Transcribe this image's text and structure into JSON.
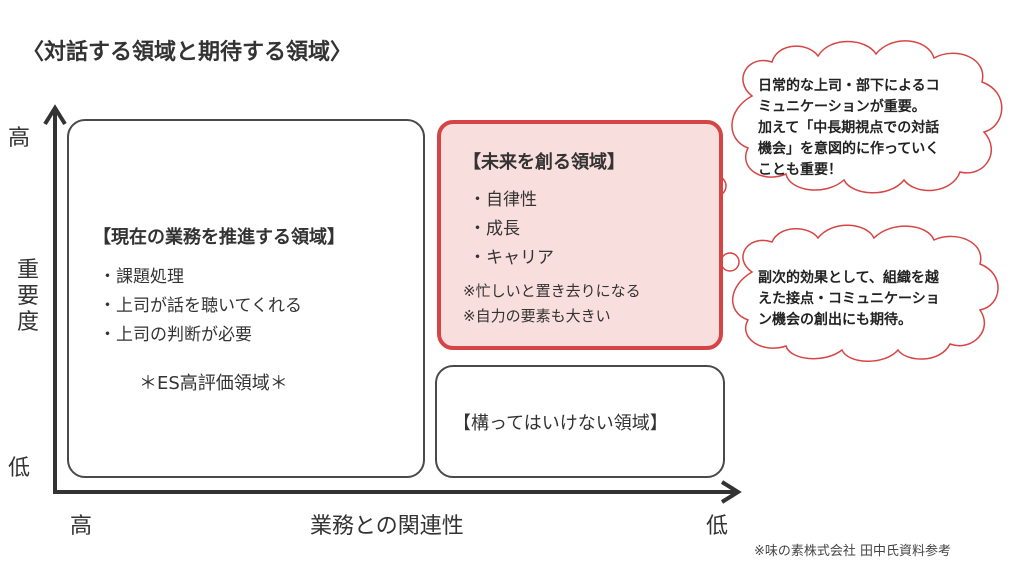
{
  "title": "〈対話する領域と期待する領域〉",
  "axes": {
    "y_high": "高",
    "y_label_chars": [
      "重",
      "要",
      "度"
    ],
    "y_low": "低",
    "x_high": "高",
    "x_label": "業務との関連性",
    "x_low": "低"
  },
  "quadrants": {
    "current": {
      "title": "【現在の業務を推進する領域】",
      "bullets": [
        "・課題処理",
        "・上司が話を聴いてくれる",
        "・上司の判断が必要"
      ],
      "footer": "＊ES高評価領域＊"
    },
    "future": {
      "title": "【未来を創る領域】",
      "bullets": [
        "・自律性",
        "・成長",
        "・キャリア"
      ],
      "notes": [
        "※忙しいと置き去りになる",
        "※自力の要素も大きい"
      ]
    },
    "avoid": {
      "title": "【構ってはいけない領域】"
    }
  },
  "callouts": {
    "top": [
      "日常的な上司・部下によるコ",
      "ミュニケーションが重要。",
      "加えて「中長期視点での対話",
      "機会」を意図的に作っていく",
      "ことも重要！"
    ],
    "bottom": [
      "副次的効果として、組織を越",
      "えた接点・コミュニケーショ",
      "ン機会の創出にも期待。"
    ]
  },
  "source": "※味の素株式会社 田中氏資料参考",
  "colors": {
    "accent_border": "#d64545",
    "accent_fill": "#f8dfdd",
    "cloud_border": "#d64545",
    "axis": "#333333"
  }
}
